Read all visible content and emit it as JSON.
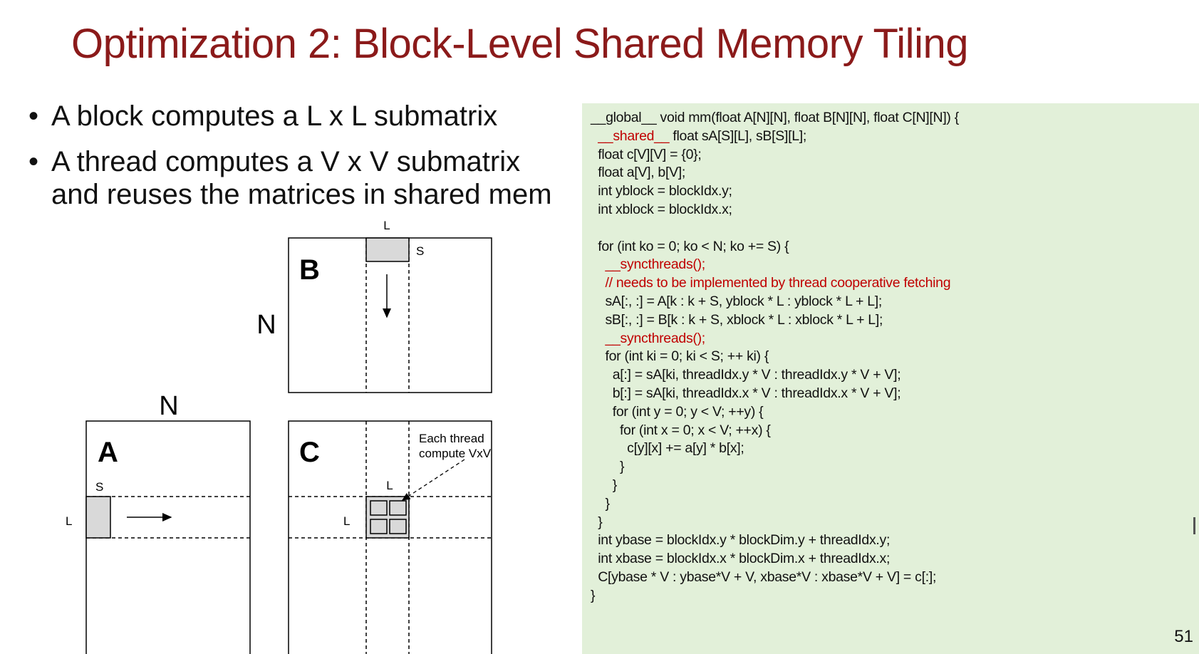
{
  "slide": {
    "title": "Optimization 2: Block-Level Shared Memory Tiling",
    "page_number": "51",
    "bullets": [
      "A block computes a L x L submatrix",
      "A thread computes a V x V submatrix and reuses the matrices in shared mem"
    ]
  },
  "diagram": {
    "matrix_b": {
      "name": "B",
      "dim_label": "N",
      "tile_width_label": "L",
      "tile_height_label": "S"
    },
    "matrix_a": {
      "name": "A",
      "dim_label": "N",
      "tile_width_label": "S",
      "tile_height_label": "L"
    },
    "matrix_c": {
      "name": "C",
      "tile_width_label": "L",
      "tile_height_label": "L",
      "annotation_line1": "Each thread",
      "annotation_line2": "compute VxV"
    }
  },
  "code": {
    "lines": [
      "__global__ void mm(float A[N][N], float B[N][N], float C[N][N]) {",
      "  __shared__ float sA[S][L], sB[S][L];",
      "  float c[V][V] = {0};",
      "  float a[V], b[V];",
      "  int yblock = blockIdx.y;",
      "  int xblock = blockIdx.x;",
      "",
      "  for (int ko = 0; ko < N; ko += S) {",
      "    __syncthreads();",
      "    // needs to be implemented by thread cooperative fetching",
      "    sA[:, :] = A[k : k + S, yblock * L : yblock * L + L];",
      "    sB[:, :] = B[k : k + S, xblock * L : xblock * L + L];",
      "    __syncthreads();",
      "    for (int ki = 0; ki < S; ++ ki) {",
      "      a[:] = sA[ki, threadIdx.y * V : threadIdx.y * V + V];",
      "      b[:] = sA[ki, threadIdx.x * V : threadIdx.x * V + V];",
      "      for (int y = 0; y < V; ++y) {",
      "        for (int x = 0; x < V; ++x) {",
      "          c[y][x] += a[y] * b[x];",
      "        }",
      "      }",
      "    }",
      "  }",
      "  int ybase = blockIdx.y * blockDim.y + threadIdx.y;",
      "  int xbase = blockIdx.x * blockDim.x + threadIdx.x;",
      "  C[ybase * V : ybase*V + V, xbase*V : xbase*V + V] = c[:];",
      "}"
    ],
    "red_line_indices": [
      8,
      9,
      12
    ],
    "shared_keyword": "__shared__",
    "highlight_color": "#c00000",
    "panel_color": "#e2f0d9"
  },
  "colors": {
    "title": "#8b1a1a",
    "tile_fill": "#d9d9d9"
  }
}
